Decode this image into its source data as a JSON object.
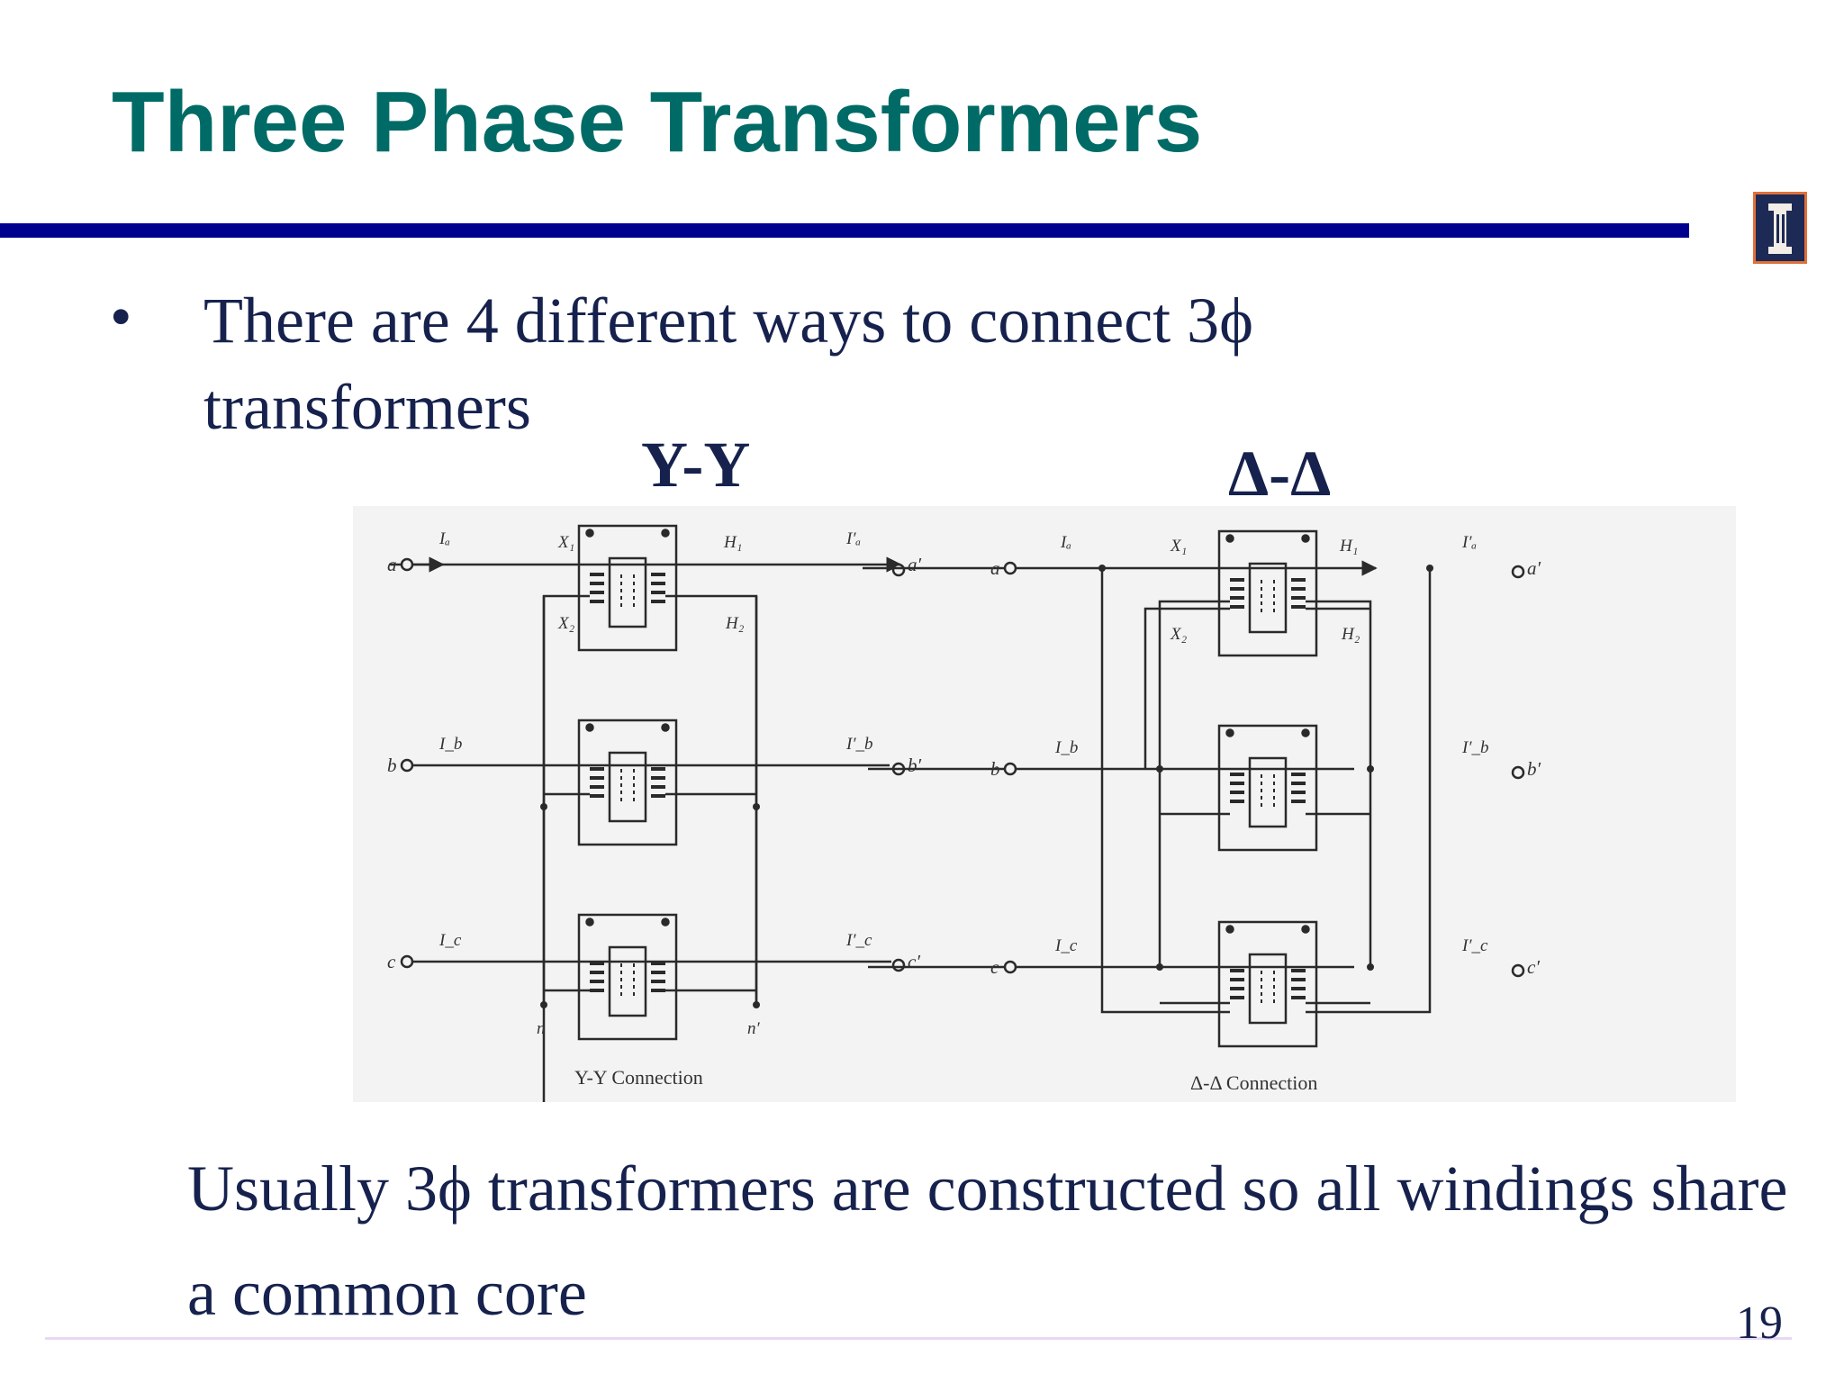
{
  "slide": {
    "title": "Three Phase Transformers",
    "bullet_text": "There are 4 different ways to connect 3ϕ transformers",
    "headings": {
      "yy": "Y-Y",
      "dd": "Δ-Δ"
    },
    "note": "Usually 3ϕ transformers are constructed so all windings share a common core",
    "page_number": "19"
  },
  "figure": {
    "yy": {
      "caption": "Y-Y Connection",
      "inputs": [
        "a",
        "b",
        "c"
      ],
      "outputs": [
        "a′",
        "b′",
        "c′"
      ],
      "currents_in": [
        "Iₐ",
        "I_b",
        "I_c"
      ],
      "currents_out": [
        "I′ₐ",
        "I′_b",
        "I′_c"
      ],
      "coil_labels": [
        "X₁",
        "X₂",
        "H₁",
        "H₂"
      ],
      "neutrals": [
        "n",
        "n′"
      ]
    },
    "dd": {
      "caption": "Δ-Δ Connection",
      "inputs": [
        "a",
        "b",
        "c"
      ],
      "outputs": [
        "a′",
        "b′",
        "c′"
      ],
      "currents_in": [
        "Iₐ",
        "I_b",
        "I_c"
      ],
      "currents_out": [
        "I′ₐ",
        "I′_b",
        "I′_c"
      ],
      "coil_labels": [
        "X₁",
        "X₂",
        "H₁",
        "H₂"
      ]
    }
  },
  "colors": {
    "title": "#006b66",
    "rule": "#00008f",
    "text": "#16224d",
    "figure_bg": "#f3f3f4"
  },
  "icons": {
    "logo": "university-column-logo"
  }
}
